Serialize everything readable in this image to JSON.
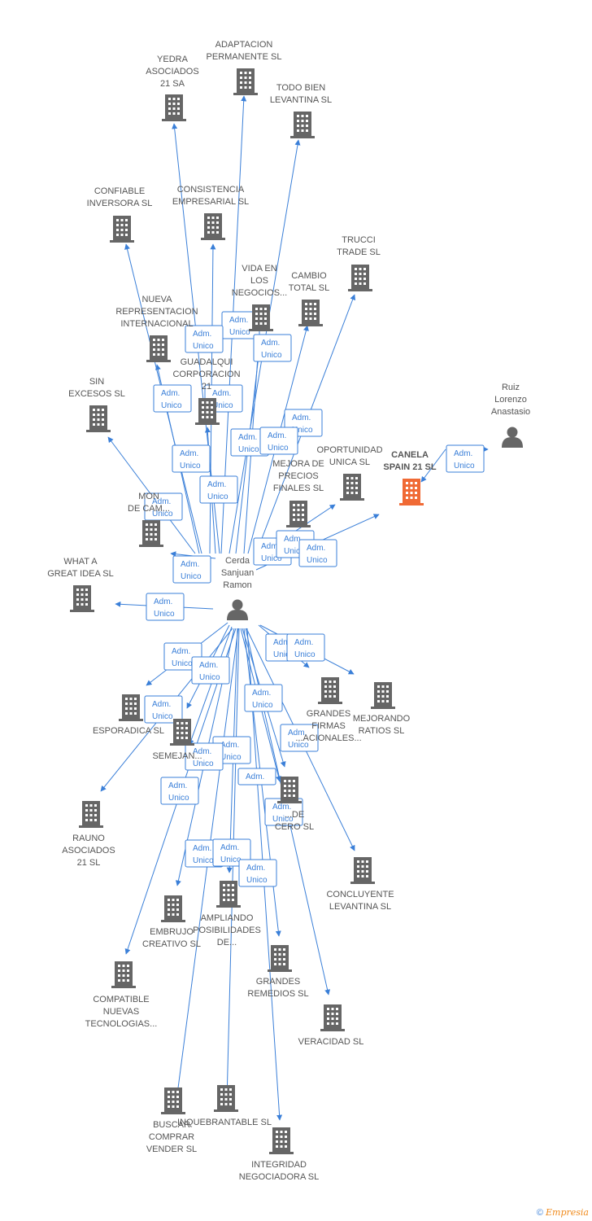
{
  "colors": {
    "edge": "#3a7fd8",
    "building": "#666666",
    "focus": "#f06a35",
    "person": "#666666",
    "label": "#555555"
  },
  "footer": {
    "copyright": "©",
    "brand": "Empresia"
  },
  "people": [
    {
      "id": "cerda",
      "lines": [
        "Cerda",
        "Sanjuan",
        "Ramon"
      ]
    },
    {
      "id": "ruiz",
      "lines": [
        "Ruiz",
        "Lorenzo",
        "Anastasio"
      ]
    }
  ],
  "companies": [
    {
      "id": "adaptacion",
      "lines": [
        "ADAPTACION",
        "PERMANENTE SL"
      ]
    },
    {
      "id": "yedra",
      "lines": [
        "YEDRA",
        "ASOCIADOS",
        "21 SA"
      ]
    },
    {
      "id": "todobien",
      "lines": [
        "TODO BIEN",
        "LEVANTINA SL"
      ]
    },
    {
      "id": "confiable",
      "lines": [
        "CONFIABLE",
        "INVERSORA SL"
      ]
    },
    {
      "id": "consistencia",
      "lines": [
        "CONSISTENCIA",
        "EMPRESARIAL SL"
      ]
    },
    {
      "id": "trucci",
      "lines": [
        "TRUCCI",
        "TRADE SL"
      ]
    },
    {
      "id": "vidaen",
      "lines": [
        "VIDA EN",
        "LOS",
        "NEGOCIOS..."
      ]
    },
    {
      "id": "cambio",
      "lines": [
        "CAMBIO",
        "TOTAL SL"
      ]
    },
    {
      "id": "nueva",
      "lines": [
        "NUEVA",
        "REPRESENTACION",
        "INTERNACIONAL"
      ]
    },
    {
      "id": "guadalqui",
      "lines": [
        "GUADALQUI",
        "CORPORACION",
        "21"
      ]
    },
    {
      "id": "sinexcesos",
      "lines": [
        "SIN",
        "EXCESOS SL"
      ]
    },
    {
      "id": "oportunidad",
      "lines": [
        "OPORTUNIDAD",
        "UNICA SL"
      ]
    },
    {
      "id": "canela",
      "lines": [
        "CANELA",
        "SPAIN 21 SL"
      ]
    },
    {
      "id": "mejora",
      "lines": [
        "MEJORA DE",
        "PRECIOS",
        "FINALES SL"
      ]
    },
    {
      "id": "mon",
      "lines": [
        "MON",
        "DE CAM..."
      ]
    },
    {
      "id": "whata",
      "lines": [
        "WHAT A",
        "GREAT IDEA SL"
      ]
    },
    {
      "id": "grandesfirmas",
      "lines": [
        "GRANDES",
        "FIRMAS",
        "...ACIONALES..."
      ]
    },
    {
      "id": "mejorando",
      "lines": [
        "MEJORANDO",
        "RATIOS SL"
      ]
    },
    {
      "id": "esporadica",
      "lines": [
        "ESPORADICA SL"
      ]
    },
    {
      "id": "semejan",
      "lines": [
        "SEMEJAN..."
      ]
    },
    {
      "id": "decero",
      "lines": [
        "...DE",
        "CERO SL"
      ]
    },
    {
      "id": "rauno",
      "lines": [
        "RAUNO",
        "ASOCIADOS",
        "21 SL"
      ]
    },
    {
      "id": "concluyente",
      "lines": [
        "CONCLUYENTE",
        "LEVANTINA SL"
      ]
    },
    {
      "id": "embrujo",
      "lines": [
        "EMBRUJO",
        "CREATIVO SL"
      ]
    },
    {
      "id": "ampliando",
      "lines": [
        "AMPLIANDO",
        "POSIBILIDADES",
        "DE..."
      ]
    },
    {
      "id": "compatible",
      "lines": [
        "COMPATIBLE",
        "NUEVAS",
        "TECNOLOGIAS..."
      ]
    },
    {
      "id": "grandesremedios",
      "lines": [
        "GRANDES",
        "REMEDIOS SL"
      ]
    },
    {
      "id": "veracidad",
      "lines": [
        "VERACIDAD SL"
      ]
    },
    {
      "id": "buscar",
      "lines": [
        "BUSCAR",
        "COMPRAR",
        "VENDER SL"
      ]
    },
    {
      "id": "inquebrantable",
      "lines": [
        "INQUEBRANTABLE SL"
      ]
    },
    {
      "id": "integridad",
      "lines": [
        "INTEGRIDAD",
        "NEGOCIADORA SL"
      ]
    }
  ],
  "edge_label_lines": [
    "Adm.",
    "Unico"
  ],
  "edge_label_partial": [
    "Adm."
  ],
  "relations": [
    {
      "from": "cerda",
      "to": "adaptacion",
      "role": "Adm. Unico"
    },
    {
      "from": "cerda",
      "to": "yedra",
      "role": "Adm. Unico"
    },
    {
      "from": "cerda",
      "to": "todobien",
      "role": "Adm. Unico"
    },
    {
      "from": "cerda",
      "to": "canela",
      "role": "Adm. Unico"
    },
    {
      "from": "ruiz",
      "to": "canela",
      "role": "Adm. Unico"
    }
  ]
}
